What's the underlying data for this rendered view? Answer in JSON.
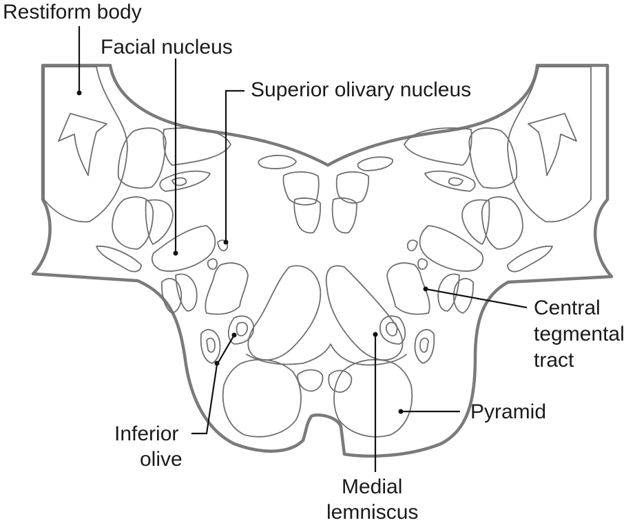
{
  "labels": {
    "restiform_body": "Restiform body",
    "facial_nucleus": "Facial nucleus",
    "superior_olivary_nucleus": "Superior olivary nucleus",
    "central_tegmental_tract": [
      "Central",
      "tegmental",
      "tract"
    ],
    "pyramid": "Pyramid",
    "inferior_olive": [
      "Inferior",
      "olive"
    ],
    "medial_lemniscus": [
      "Medial",
      "lemniscus"
    ]
  },
  "colors": {
    "outline": "#7a7a7a",
    "structures": "#6e6e6e",
    "leaders": "#111111",
    "text": "#1a1a1a"
  }
}
